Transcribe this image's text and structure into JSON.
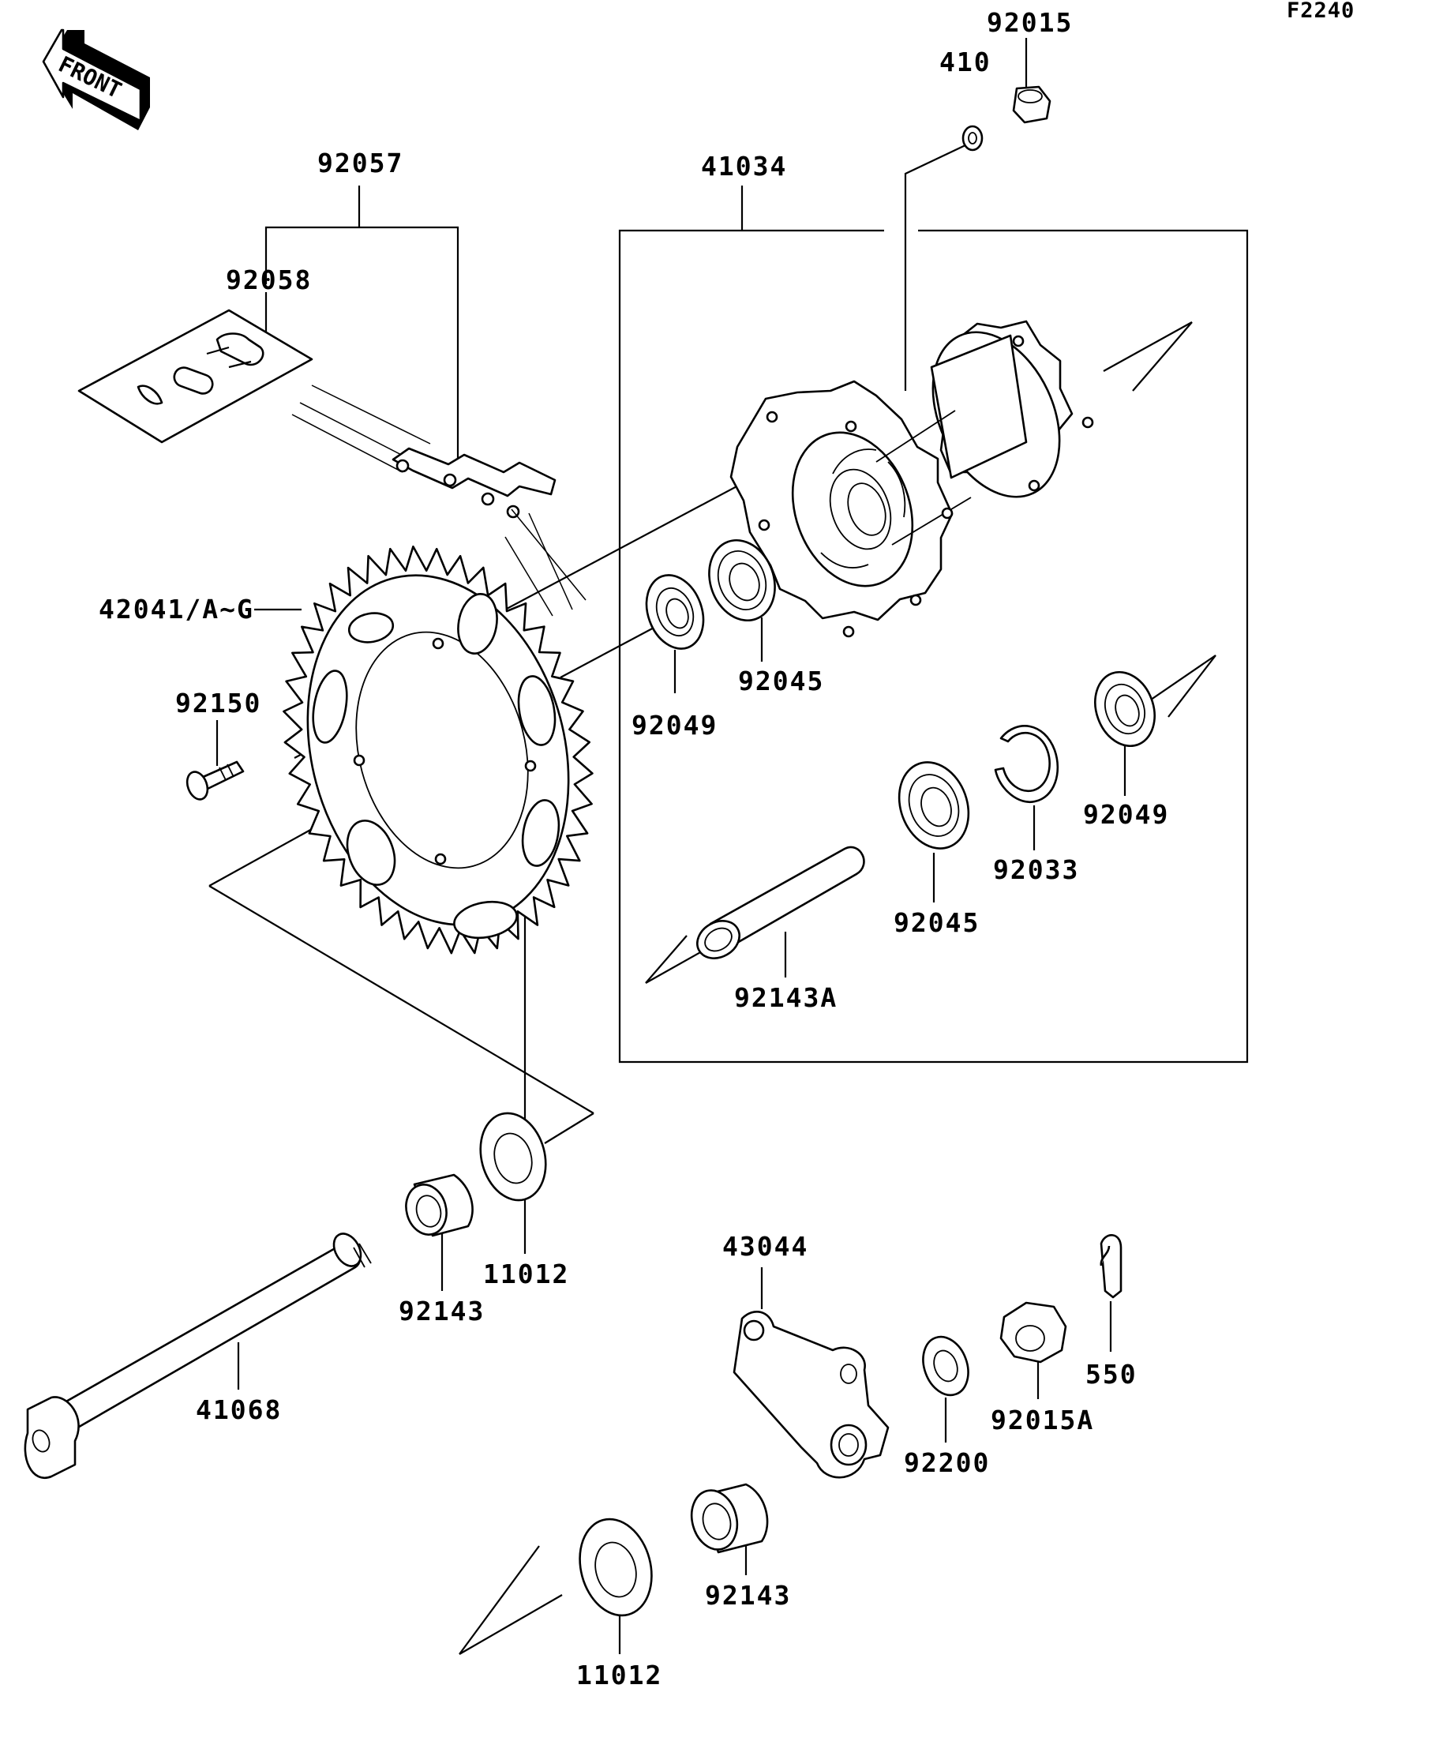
{
  "figure": {
    "code": "F2240",
    "front_label": "FRONT",
    "parts": {
      "p92015": "92015",
      "p410": "410",
      "p92057": "92057",
      "p41034": "41034",
      "p92058": "92058",
      "p42041": "42041/A~G",
      "p92150": "92150",
      "p92049a": "92049",
      "p92045a": "92045",
      "p92049b": "92049",
      "p92033": "92033",
      "p92045b": "92045",
      "p92143A": "92143A",
      "p92143a": "92143",
      "p11012a": "11012",
      "p43044": "43044",
      "p550": "550",
      "p41068": "41068",
      "p92015A": "92015A",
      "p92200": "92200",
      "p92143b": "92143",
      "p11012b": "11012"
    }
  }
}
